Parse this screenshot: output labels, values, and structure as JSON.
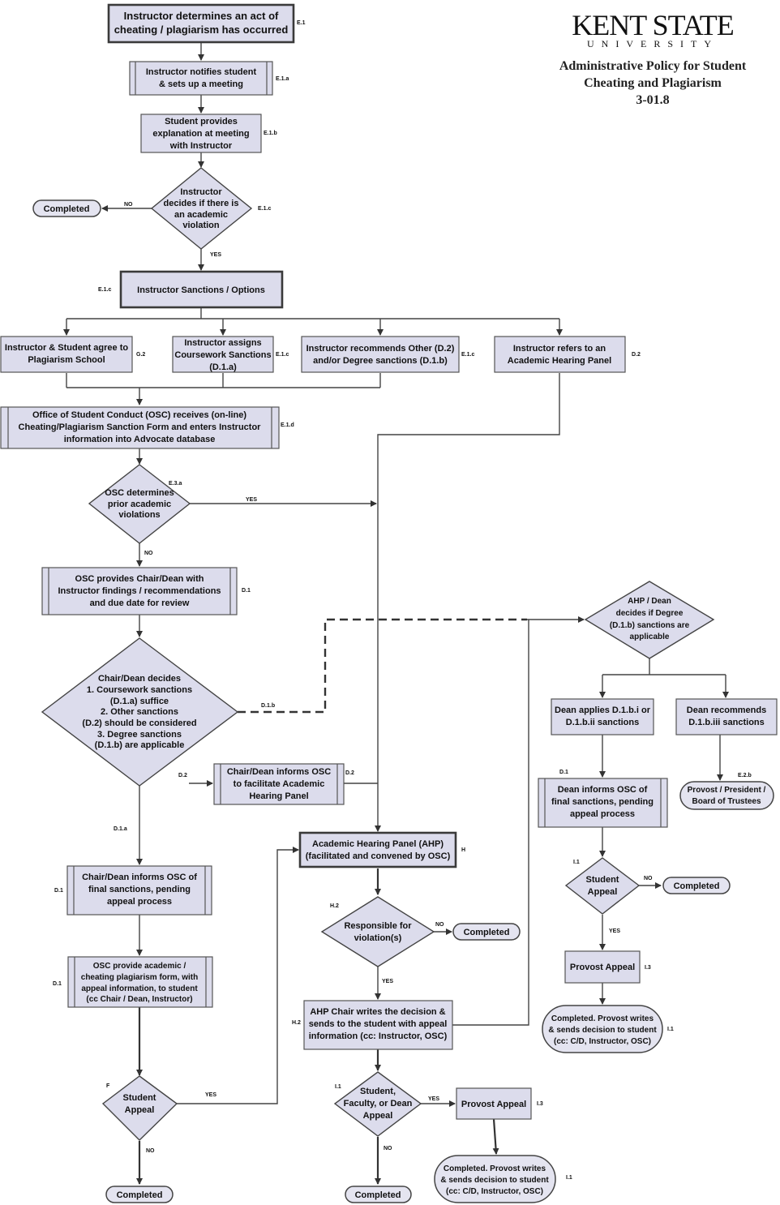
{
  "header": {
    "logo_main": "KENT STATE",
    "logo_sub": "UNIVERSITY",
    "title_lines": [
      "Administrative Policy for Student",
      "Cheating and Plagiarism",
      "3-01.8"
    ]
  },
  "nodes": {
    "start": [
      "Instructor determines an act of",
      "cheating / plagiarism has occurred"
    ],
    "notify": [
      "Instructor notifies student",
      "& sets up a meeting"
    ],
    "explain": [
      "Student provides",
      "explanation at meeting",
      "with Instructor"
    ],
    "decide_violation": [
      "Instructor",
      "decides if there is",
      "an academic",
      "violation"
    ],
    "completed_1": "Completed",
    "sanctions": "Instructor Sanctions / Options",
    "plag_school": [
      "Instructor & Student agree to",
      "Plagiarism School"
    ],
    "assigns": [
      "Instructor assigns",
      "Coursework Sanctions",
      "(D.1.a)"
    ],
    "recommends": [
      "Instructor recommends Other (D.2)",
      "and/or Degree sanctions (D.1.b)"
    ],
    "refers": [
      "Instructor refers to an",
      "Academic Hearing Panel"
    ],
    "osc_receives": [
      "Office of Student Conduct (OSC) receives (on-line)",
      "Cheating/Plagiarism Sanction Form and enters Instructor",
      "information into Advocate database"
    ],
    "osc_prior": [
      "OSC determines",
      "prior academic",
      "violations"
    ],
    "osc_provides": [
      "OSC provides Chair/Dean with",
      "Instructor findings / recommendations",
      "and due date for review"
    ],
    "chair_decides": [
      "Chair/Dean decides",
      "1. Coursework sanctions",
      "(D.1.a) suffice",
      "2. Other sanctions",
      "(D.2) should be considered",
      "3. Degree sanctions",
      "(D.1.b) are applicable"
    ],
    "chair_informs_ahp": [
      "Chair/Dean informs OSC",
      "to facilitate Academic",
      "Hearing Panel"
    ],
    "chair_informs_final": [
      "Chair/Dean informs OSC of",
      "final sanctions, pending",
      "appeal process"
    ],
    "osc_provide_form": [
      "OSC provide academic /",
      "cheating plagiarism form, with",
      "appeal information, to student",
      "(cc Chair / Dean, Instructor)"
    ],
    "student_appeal_left": [
      "Student",
      "Appeal"
    ],
    "completed_left": "Completed",
    "ahp": [
      "Academic Hearing Panel (AHP)",
      "(facilitated and convened by OSC)"
    ],
    "responsible": [
      "Responsible for",
      "violation(s)"
    ],
    "completed_mid1": "Completed",
    "ahp_chair": [
      "AHP Chair writes the decision &",
      "sends to the student with appeal",
      "information (cc: Instructor, OSC)"
    ],
    "sfd_appeal": [
      "Student,",
      "Faculty, or Dean",
      "Appeal"
    ],
    "provost_mid": "Provost Appeal",
    "provost_writes_mid": [
      "Completed. Provost writes",
      "& sends decision to student",
      "(cc: C/D, Instructor, OSC)"
    ],
    "completed_mid2": "Completed",
    "ahp_dean_decides": [
      "AHP / Dean",
      "decides if Degree",
      "(D.1.b) sanctions are",
      "applicable"
    ],
    "dean_applies": [
      "Dean applies D.1.b.i or",
      "D.1.b.ii sanctions"
    ],
    "dean_recommends": [
      "Dean recommends",
      "D.1.b.iii sanctions"
    ],
    "provost_president": [
      "Provost / President /",
      "Board of Trustees"
    ],
    "dean_informs": [
      "Dean informs OSC of",
      "final sanctions, pending",
      "appeal process"
    ],
    "student_appeal_right": [
      "Student",
      "Appeal"
    ],
    "completed_right": "Completed",
    "provost_right": "Provost Appeal",
    "provost_writes_right": [
      "Completed. Provost writes",
      "& sends decision to student",
      "(cc: C/D, Instructor, OSC)"
    ]
  },
  "refs": {
    "start": "E.1",
    "notify": "E.1.a",
    "explain": "E.1.b",
    "decide_violation": "E.1.c",
    "sanctions": "E.1.c",
    "plag_school": "G.2",
    "assigns": "E.1.c",
    "recommends": "E.1.c",
    "refers": "D.2",
    "osc_receives": "E.1.d",
    "osc_prior": "E.3.a",
    "osc_provides": "D.1",
    "chair_decides": "D.1.b",
    "chair_informs_ahp": "D.2",
    "chair_informs_final": "D.1",
    "osc_provide_form": "D.1",
    "student_appeal_left": "F",
    "ahp": "H",
    "responsible": "H.2",
    "ahp_chair": "H.2",
    "sfd_appeal": "I.1",
    "provost_mid": "I.3",
    "provost_writes_mid": "I.1",
    "dean_applies": "D.1",
    "provost_president": "E.2.b",
    "student_appeal_right": "I.1",
    "provost_right": "I.3",
    "provost_writes_right": "I.1",
    "d2_branch": "D.2",
    "d1a_branch": "D.1.a"
  },
  "labels": {
    "no": "NO",
    "yes": "YES"
  }
}
